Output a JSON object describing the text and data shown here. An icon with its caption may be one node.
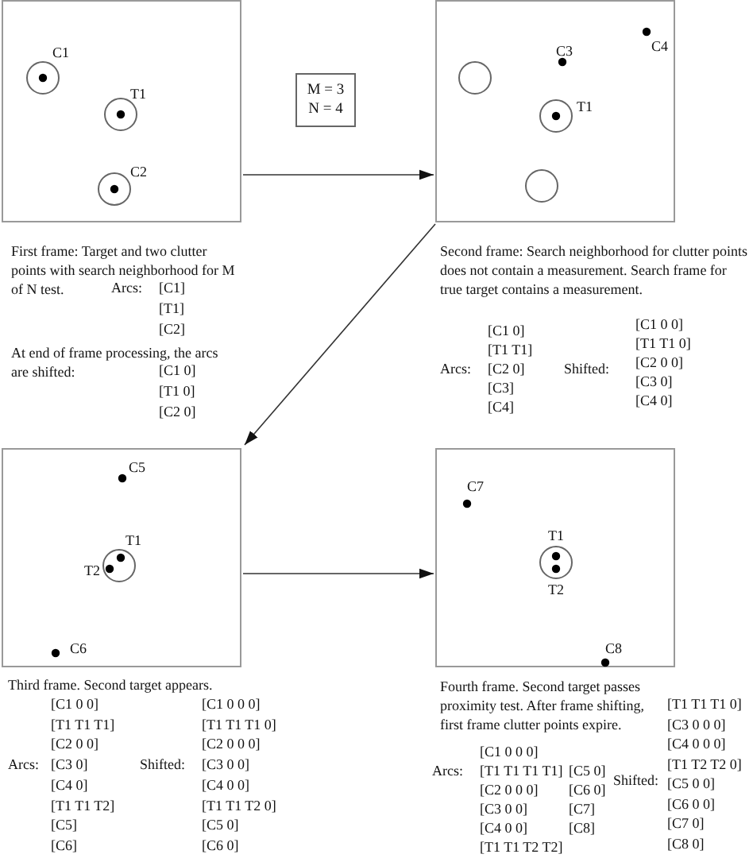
{
  "diagram": {
    "nodes": [
      {
        "text": [
          "C1",
          "T1",
          "C2"
        ],
        "beside": [
          "First frame: Target and two clutter points with search neighborhood for M of N test.",
          "Arcs:",
          "[C1]",
          "[T1]",
          "[C2]",
          "At end of frame processing, the arcs are shifted:",
          "[C1 0]",
          "[T1 0]",
          "[C2 0]"
        ]
      },
      {
        "text": [
          "M = 3",
          "N = 4"
        ]
      },
      {
        "text": [
          "C3",
          "C4",
          "T1"
        ],
        "beside": [
          "Second frame: Search neighborhood for clutter points does not contain a measurement. Search frame for true target contains a measurement.",
          "Arcs:",
          "[C1 0]",
          "[T1 T1]",
          "[C2 0]",
          "[C3]",
          "[C4]",
          "Shifted:",
          "[C1 0 0]",
          "[T1 T1 0]",
          "[C2 0 0]",
          "[C3 0]",
          "[C4 0]"
        ]
      },
      {
        "text": [
          "C5",
          "T1",
          "T2",
          "C6"
        ],
        "beside": [
          "Third frame. Second target appears.",
          "Arcs:",
          "[C1 0 0]",
          "[T1 T1 T1]",
          "[C2 0 0]",
          "[C3 0]",
          "[C4 0]",
          "[T1 T1 T2]",
          "[C5]",
          "[C6]",
          "Shifted:",
          "[C1 0 0 0]",
          "[T1 T1 T1 0]",
          "[C2 0 0 0]",
          "[C3 0 0]",
          "[C4 0 0]",
          "[T1 T1 T2 0]",
          "[C5 0]",
          "[C6 0]"
        ]
      },
      {
        "text": [
          "C7",
          "T1",
          "T2",
          "C8"
        ],
        "beside": [
          "Fourth frame. Second target passes proximity test. After frame shifting, first frame clutter points expire.",
          "Arcs:",
          "[C1 0 0 0]",
          "[T1 T1 T1 T1]",
          "[C2 0 0 0]",
          "[C3 0 0]",
          "[C4 0 0]",
          "[T1 T1 T2 T2]",
          "[C5 0]",
          "[C6 0]",
          "[C7]",
          "[C8]",
          "Shifted:",
          "[T1 T1 T1 0]",
          "[C3 0 0 0]",
          "[C4 0 0 0]",
          "[T1 T2 T2 0]",
          "[C5 0 0]",
          "[C6 0 0]",
          "[C7 0]",
          "[C8 0]"
        ]
      }
    ],
    "edges": [
      {
        "from": 0,
        "to": 2,
        "arrow": "to"
      },
      {
        "from": 2,
        "to": 3,
        "arrow": "to"
      },
      {
        "from": 3,
        "to": 4,
        "arrow": "to"
      }
    ]
  }
}
